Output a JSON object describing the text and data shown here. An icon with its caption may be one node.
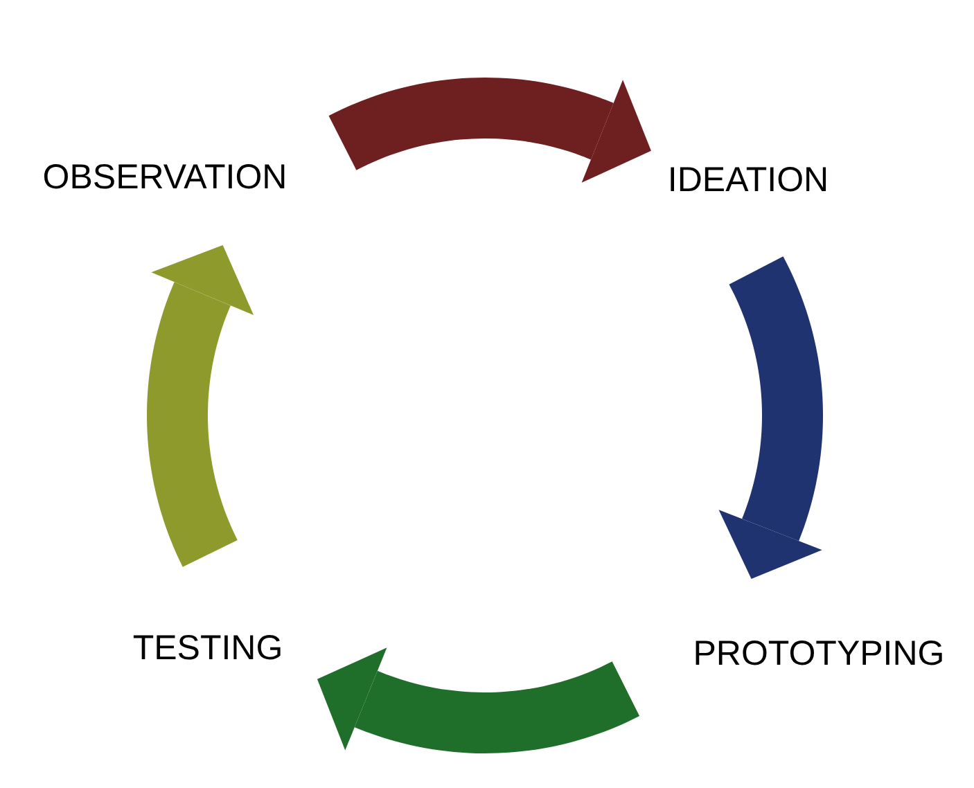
{
  "diagram": {
    "nodes": [
      {
        "text": [
          "OBSERVATION"
        ]
      },
      {
        "text": [
          "IDEATION"
        ]
      },
      {
        "text": [
          "PROTOTYPING"
        ]
      },
      {
        "text": [
          "TESTING"
        ]
      }
    ],
    "edges": [
      {
        "from": 0,
        "to": 1,
        "arrow": "to",
        "color": "#6e1f20"
      },
      {
        "from": 1,
        "to": 2,
        "arrow": "to",
        "color": "#1f3370"
      },
      {
        "from": 2,
        "to": 3,
        "arrow": "to",
        "color": "#1f6e2a"
      },
      {
        "from": 3,
        "to": 0,
        "arrow": "to",
        "color": "#8f9a2c"
      }
    ]
  }
}
